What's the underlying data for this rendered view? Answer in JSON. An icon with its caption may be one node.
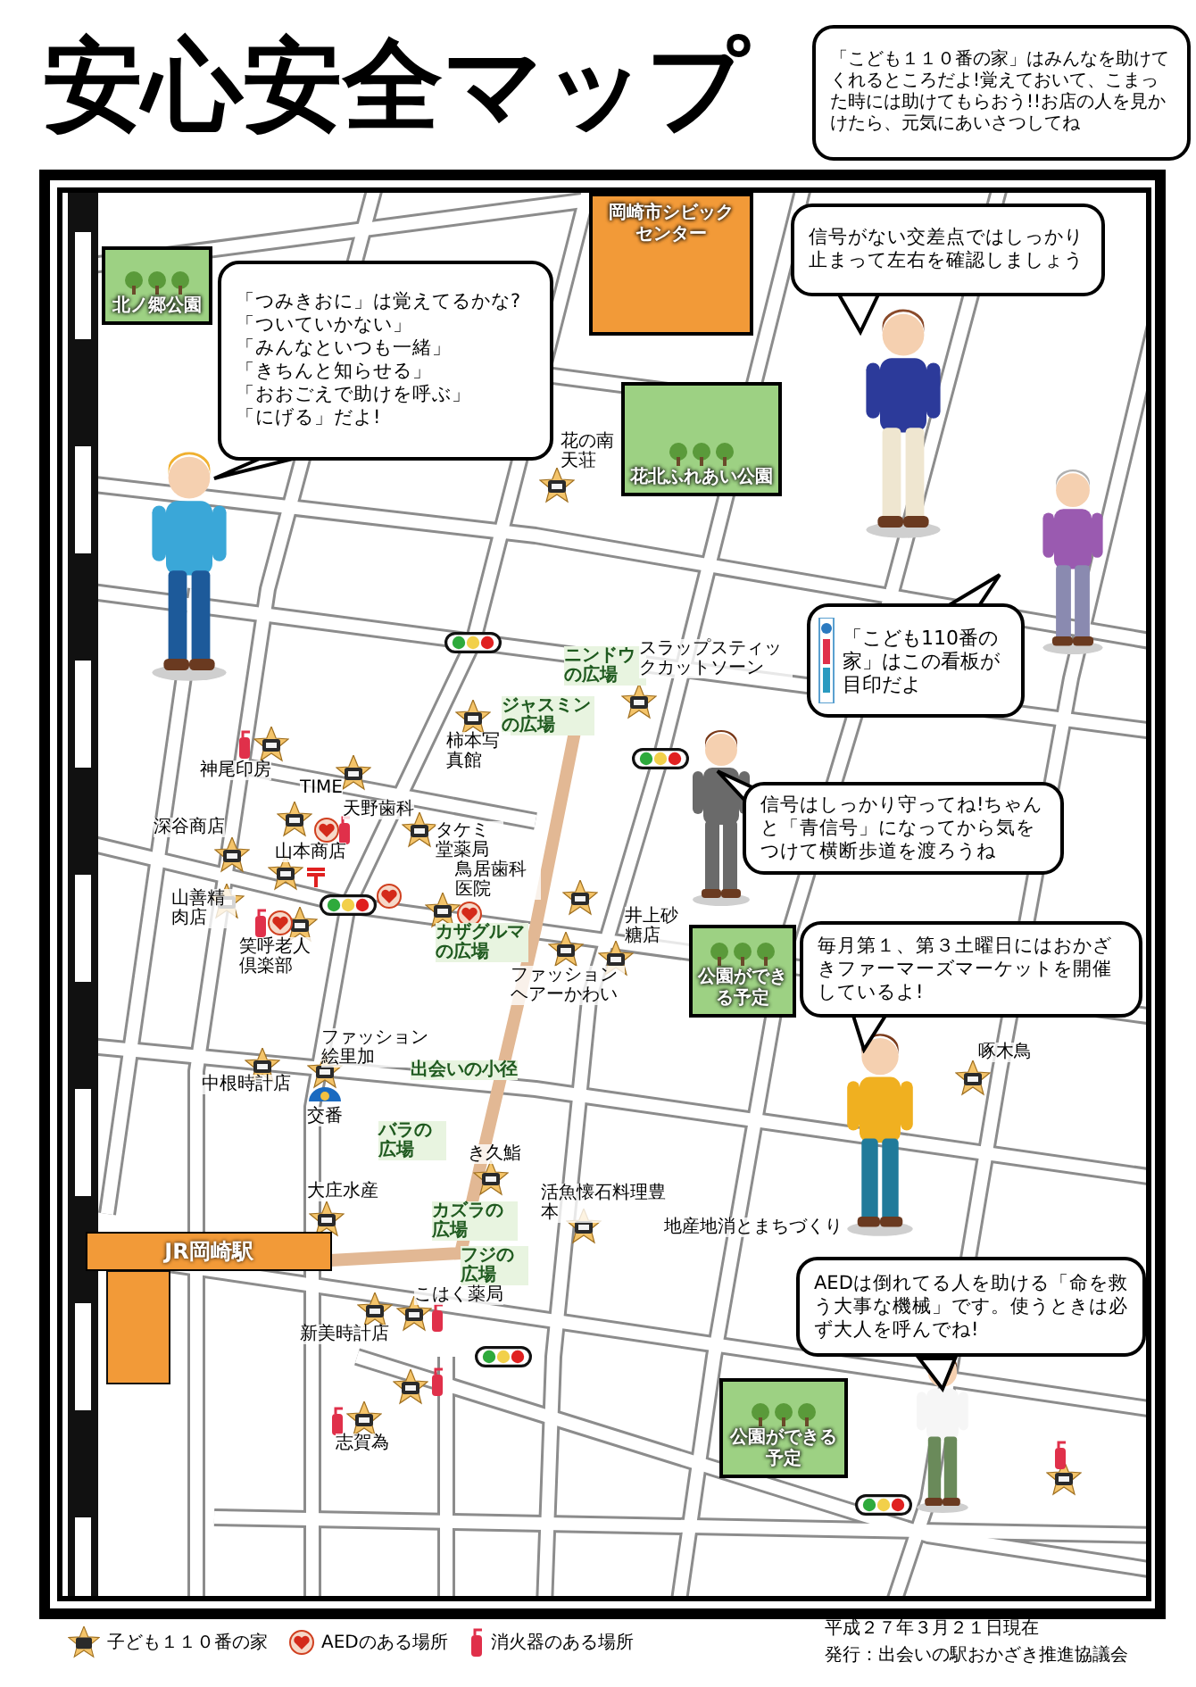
{
  "diagram": {
    "title": "安心安全マップ",
    "nodes": [
      {
        "text": [
          "「こども１１０番の家」はみんなを助けてくれるところだよ!覚えておいて、こまった時には助けてもらおう!!お店の人を見かけたら、元気にあいさつしてね"
        ]
      },
      {
        "text": [
          "北ノ郷公園"
        ]
      },
      {
        "text": [
          "岡崎市シビックセンター"
        ]
      },
      {
        "text": [
          "「つみきおに」は覚えてるかな?",
          "「ついていかない」",
          "「みんなといつも一緒」",
          "「きちんと知らせる」",
          "「おおごえで助けを呼ぶ」",
          "「にげる」だよ!"
        ]
      },
      {
        "text": [
          "信号がない交差点ではしっかり止まって左右を確認しましょう"
        ]
      },
      {
        "text": [
          "花北ふれあい公園"
        ]
      },
      {
        "text": [
          "「こども110番の家」はこの看板が目印だよ"
        ]
      },
      {
        "text": [
          "信号はしっかり守ってね!ちゃんと「青信号」になってから気をつけて横断歩道を渡ろうね"
        ]
      },
      {
        "text": [
          "公園ができる予定"
        ]
      },
      {
        "text": [
          "毎月第１、第３土曜日にはおかざきファーマーズマーケットを開催しているよ!"
        ]
      },
      {
        "text": [
          "AEDは倒れてる人を助ける「命を救う大事な機械」です。使うときは必ず大人を呼んでね!"
        ]
      },
      {
        "text": [
          "公園ができる予定"
        ]
      },
      {
        "text": [
          "JR岡崎駅"
        ]
      }
    ],
    "labels": [
      "花の南天荘",
      "ニンドウの広場",
      "スラップスティックカットソーン",
      "ジャスミンの広場",
      "柿本写真館",
      "神尾印房",
      "TIME",
      "天野歯科",
      "深谷商店",
      "山本商店",
      "タケミ堂薬局",
      "鳥居歯科医院",
      "山善精肉店",
      "笑呼老人倶楽部",
      "カザグルマの広場",
      "井上砂糖店",
      "ファッションヘアーかわい",
      "ファッション絵里加",
      "中根時計店",
      "出会いの小径",
      "交番",
      "バラの広場",
      "き久鮨",
      "大庄水産",
      "カズラの広場",
      "活魚懐石料理豊本",
      "フジの広場",
      "こはく薬局",
      "新美時計店",
      "志賀為",
      "啄木鳥",
      "地産地消とまちづくり",
      "平成２７年３月２１日現在",
      "発行：出会いの駅おかざき推進協議会"
    ],
    "legend": [
      {
        "text": "子ども１１０番の家"
      },
      {
        "text": "AEDのある場所"
      },
      {
        "text": "消火器のある場所"
      }
    ]
  }
}
